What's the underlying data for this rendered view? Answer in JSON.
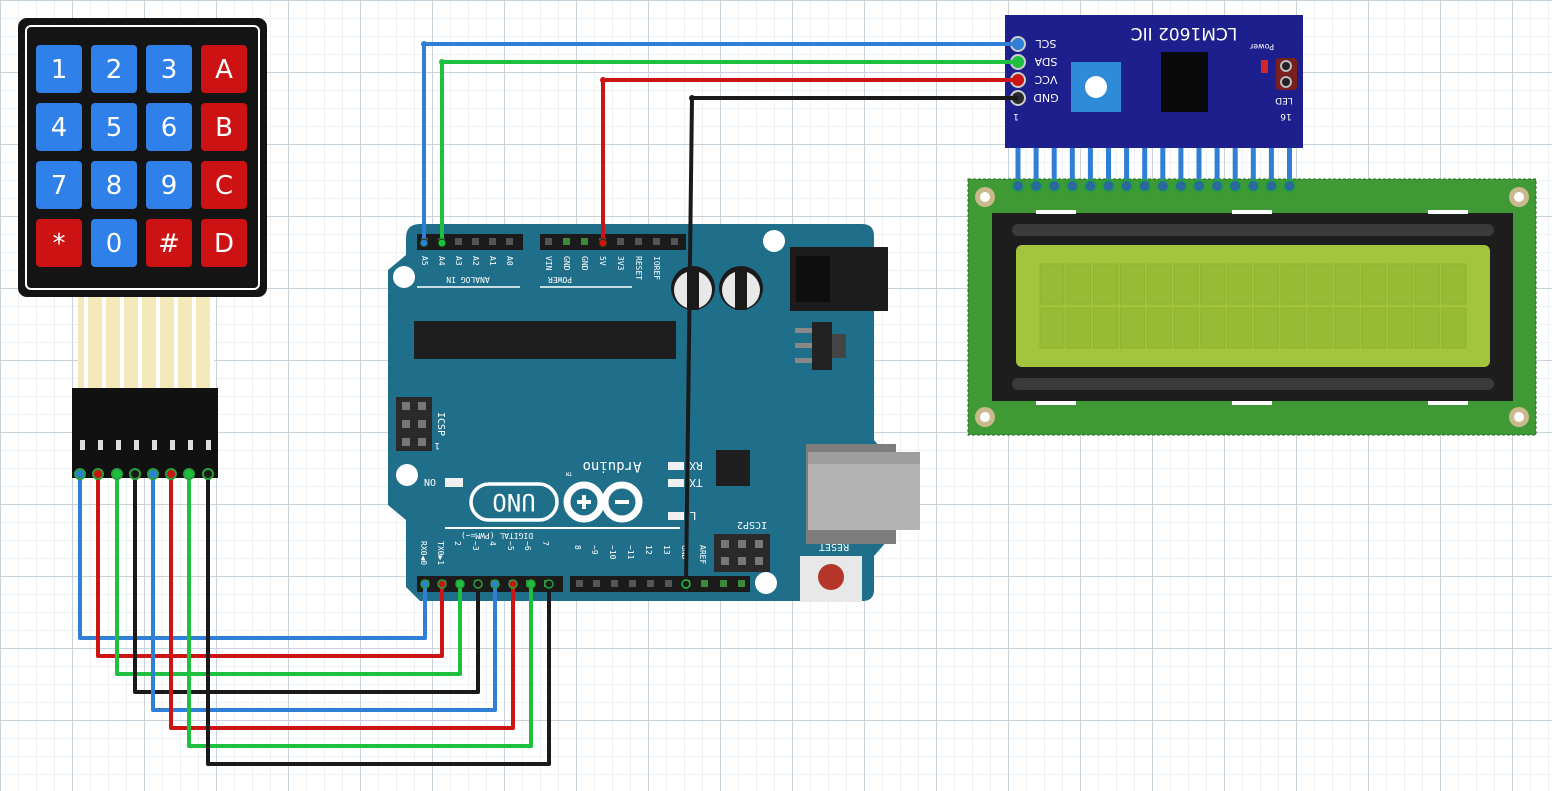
{
  "keypad": {
    "keys": [
      {
        "label": "1",
        "color": "#2f80e8"
      },
      {
        "label": "2",
        "color": "#2f80e8"
      },
      {
        "label": "3",
        "color": "#2f80e8"
      },
      {
        "label": "A",
        "color": "#cc1212"
      },
      {
        "label": "4",
        "color": "#2f80e8"
      },
      {
        "label": "5",
        "color": "#2f80e8"
      },
      {
        "label": "6",
        "color": "#2f80e8"
      },
      {
        "label": "B",
        "color": "#cc1212"
      },
      {
        "label": "7",
        "color": "#2f80e8"
      },
      {
        "label": "8",
        "color": "#2f80e8"
      },
      {
        "label": "9",
        "color": "#2f80e8"
      },
      {
        "label": "C",
        "color": "#cc1212"
      },
      {
        "label": "*",
        "color": "#cc1212"
      },
      {
        "label": "0",
        "color": "#2f80e8"
      },
      {
        "label": "#",
        "color": "#cc1212"
      },
      {
        "label": "D",
        "color": "#cc1212"
      }
    ]
  },
  "arduino": {
    "analog_pins": [
      "A5",
      "A4",
      "A3",
      "A2",
      "A1",
      "A0"
    ],
    "analog_label": "ANALOG IN",
    "power_pins": [
      "VIN",
      "GND",
      "GND",
      "5V",
      "3V3",
      "RESET",
      "IOREF"
    ],
    "power_label": "POWER",
    "digital_low_pins": [
      "RX0◀0",
      "TX0▶1",
      "2",
      "~3",
      "4",
      "~5",
      "~6",
      "7"
    ],
    "digital_high_pins": [
      "8",
      "~9",
      "~10",
      "~11",
      "12",
      "13",
      "GND",
      "AREF"
    ],
    "digital_label": "DIGITAL (PWM=~)",
    "brand": "Arduino",
    "model": "UNO",
    "tm": "TM",
    "icsp": "ICSP",
    "icsp2": "ICSP2",
    "on_label": "ON",
    "tx_label": "TX",
    "rx_label": "RX",
    "l_label": "L",
    "reset_label": "RESET",
    "icsp_pin1": "1"
  },
  "i2c_module": {
    "title": "LCM1602 IIC",
    "pins": [
      "SCL",
      "SDA",
      "VCC",
      "GND"
    ],
    "power_label": "Power",
    "led_label": "LED",
    "pin_first": "1",
    "pin_last": "16"
  },
  "colors": {
    "wire_blue": "#2f7fd6",
    "wire_green": "#1fbf3f",
    "wire_red": "#cc1414",
    "wire_black": "#1a1a1a",
    "board_teal": "#1f6e8a",
    "module_navy": "#1c1f8c",
    "lcd_pcb": "#3f9a36",
    "lcd_screen": "#a2c53d"
  }
}
